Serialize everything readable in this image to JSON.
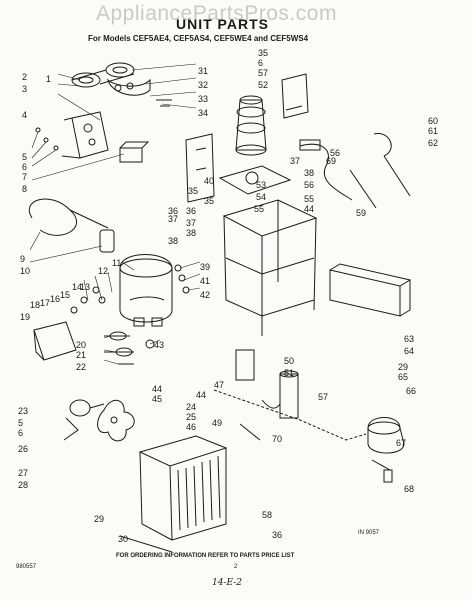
{
  "watermark": "AppliancePartsPros.com",
  "title": "UNIT PARTS",
  "subtitle": "For Models CEF5AE4, CEF5AS4, CEF5WE4 and CEF5WS4",
  "footer": {
    "ordering_info": "FOR ORDERING INFORMATION REFER TO PARTS PRICE LIST",
    "page_number": "2",
    "doc_code_left": "980557",
    "doc_code_right": "IN 9057",
    "handwritten": "14-E-2"
  },
  "callouts": [
    "1",
    "2",
    "3",
    "4",
    "5",
    "6",
    "7",
    "8",
    "9",
    "10",
    "11",
    "12",
    "13",
    "14",
    "15",
    "16",
    "17",
    "18",
    "19",
    "20",
    "21",
    "22",
    "23",
    "5",
    "6",
    "26",
    "27",
    "28",
    "29",
    "30",
    "31",
    "32",
    "33",
    "34",
    "35",
    "36",
    "37",
    "38",
    "39",
    "40",
    "41",
    "42",
    "43",
    "44",
    "45",
    "24",
    "25",
    "46",
    "47",
    "44",
    "49",
    "50",
    "51",
    "52",
    "53",
    "54",
    "55",
    "56",
    "57",
    "58",
    "59",
    "60",
    "61",
    "62",
    "63",
    "64",
    "29",
    "65",
    "66",
    "67",
    "68",
    "69",
    "70",
    "36",
    "35",
    "6",
    "57",
    "37",
    "38",
    "56",
    "55",
    "44",
    "35",
    "36",
    "37",
    "38"
  ]
}
